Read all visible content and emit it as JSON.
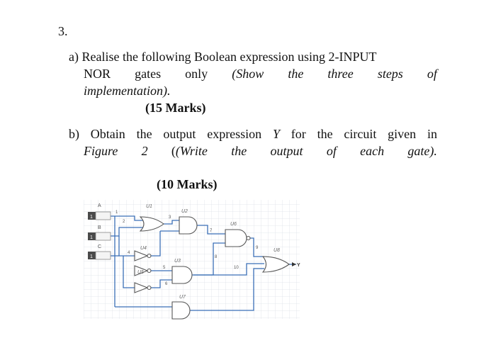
{
  "question": {
    "number": "3.",
    "part_a": {
      "line1": [
        "a)",
        "Realise",
        "the",
        "following",
        "Boolean",
        "expression",
        "using",
        "2-INPUT"
      ],
      "line2": [
        "NOR",
        "gates",
        "only",
        "(Show",
        "the",
        "three",
        "steps",
        "of"
      ],
      "line3": "implementation).",
      "marks": "(15 Marks)"
    },
    "part_b": {
      "line1": [
        "b)",
        "Obtain",
        "the",
        "output",
        "expression",
        "Y",
        "for",
        "the",
        "circuit",
        "given",
        "in"
      ],
      "line2": [
        "Figure",
        "2",
        "(Write",
        "the",
        "output",
        "of",
        "each",
        "gate)."
      ],
      "marks": "(10 Marks)"
    }
  },
  "circuit": {
    "inputs": [
      {
        "name": "A",
        "value": "1"
      },
      {
        "name": "B",
        "value": "1"
      },
      {
        "name": "C",
        "value": "1"
      }
    ],
    "gates": {
      "u1": "U1",
      "u2": "U2",
      "u3": "U3",
      "u4": "U4",
      "u5": "U5",
      "u6": "U6",
      "u7": "U7",
      "u8": "U8"
    },
    "nodes": [
      "1",
      "2",
      "3",
      "4",
      "5",
      "6",
      "7",
      "8",
      "9",
      "10"
    ],
    "output_label": "Y",
    "colors": {
      "wire": "#3b6fb6",
      "grid": "#dde1e8",
      "gate": "#555555",
      "input_box": "#4a4a4a"
    }
  }
}
